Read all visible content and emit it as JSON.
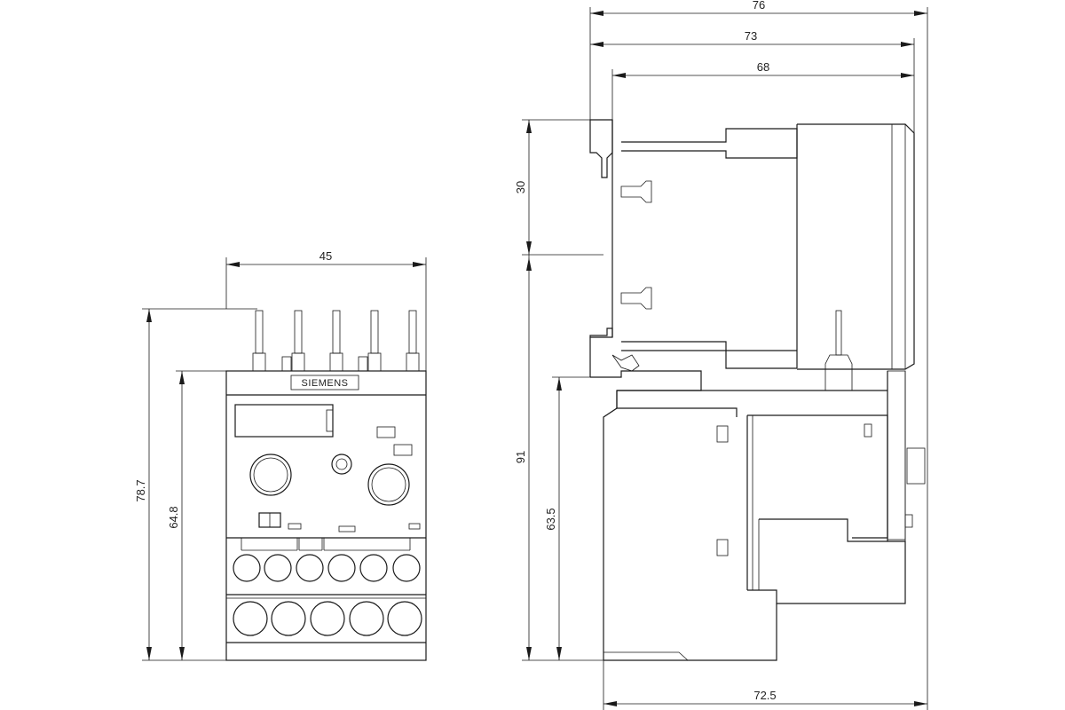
{
  "brand": "SIEMENS",
  "dimensions": {
    "front_width": "45",
    "front_total_height": "78.7",
    "front_body_height": "64.8",
    "side_depth_outer": "76",
    "side_depth_mid": "73",
    "side_depth_inner": "68",
    "side_top_section": "30",
    "side_total_height": "91",
    "side_lower_height": "63.5",
    "side_base_depth": "72.5"
  }
}
